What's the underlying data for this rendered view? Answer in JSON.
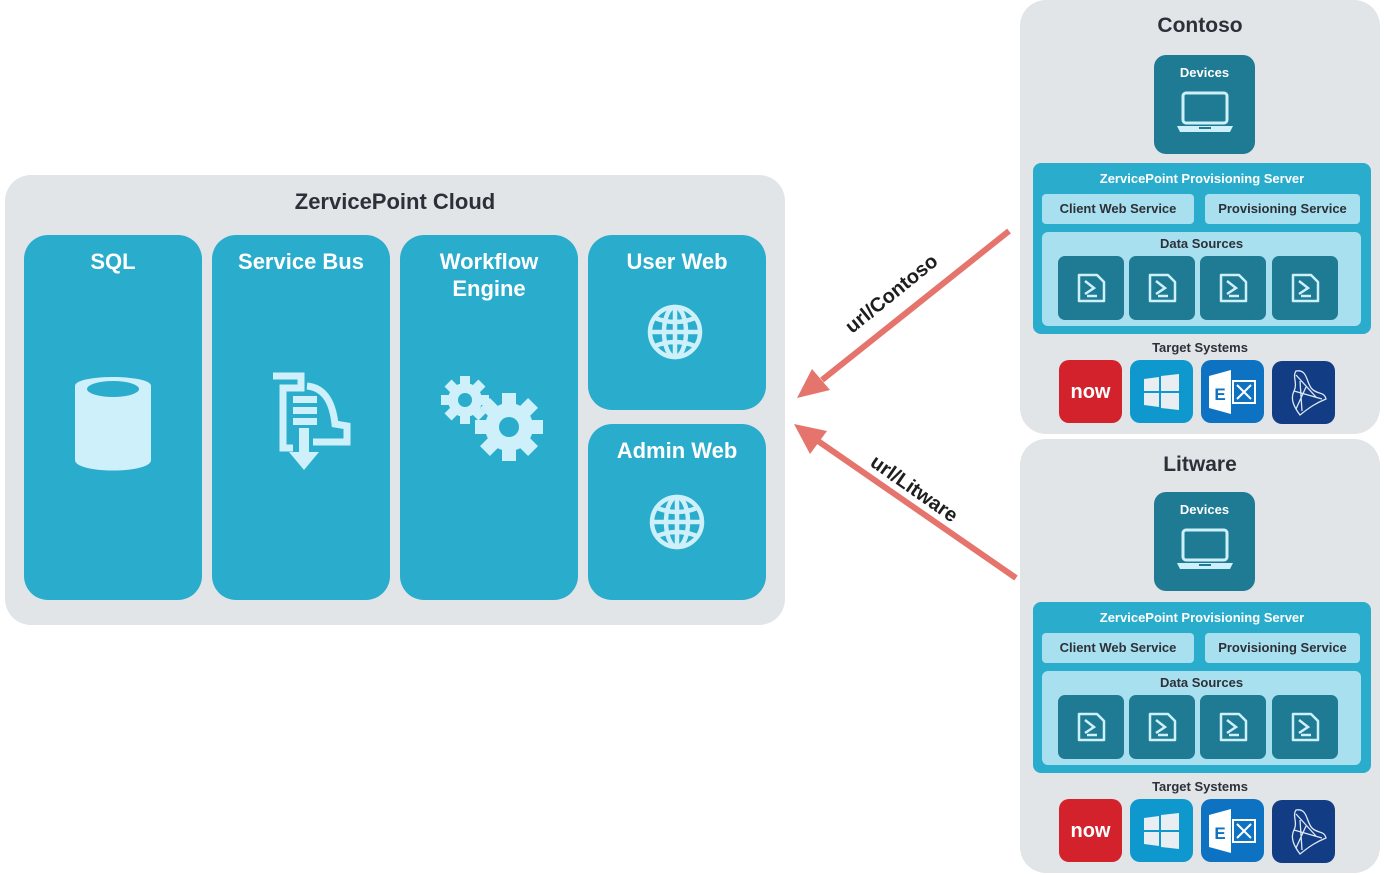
{
  "cloud": {
    "title": "ZervicePoint Cloud",
    "tiles": [
      {
        "label": "SQL",
        "icon": "database-icon"
      },
      {
        "label": "Service Bus",
        "icon": "service-bus-icon"
      },
      {
        "label": "Workflow Engine",
        "icon": "gears-icon"
      },
      {
        "label": "User Web",
        "icon": "globe-icon"
      },
      {
        "label": "Admin Web",
        "icon": "globe-icon"
      }
    ]
  },
  "connections": [
    {
      "label": "url/Contoso",
      "from": "Contoso",
      "to": "ZervicePoint Cloud"
    },
    {
      "label": "url/Litware",
      "from": "Litware",
      "to": "ZervicePoint Cloud"
    }
  ],
  "orgs": [
    {
      "name": "Contoso",
      "devices_label": "Devices",
      "server_title": "ZervicePoint Provisioning Server",
      "services": [
        "Client Web Service",
        "Provisioning Service"
      ],
      "data_sources_label": "Data Sources",
      "data_source_count": 4,
      "target_systems_label": "Target Systems",
      "target_systems": [
        "ServiceNow",
        "Windows",
        "Exchange",
        "SQL Server"
      ]
    },
    {
      "name": "Litware",
      "devices_label": "Devices",
      "server_title": "ZervicePoint Provisioning Server",
      "services": [
        "Client Web Service",
        "Provisioning Service"
      ],
      "data_sources_label": "Data Sources",
      "data_source_count": 4,
      "target_systems_label": "Target Systems",
      "target_systems": [
        "ServiceNow",
        "Windows",
        "Exchange",
        "SQL Server"
      ]
    }
  ],
  "target_icon_text": {
    "servicenow": "now",
    "exchange": "E"
  },
  "colors": {
    "panel": "#e1e5e8",
    "tile": "#2aaccd",
    "dark_tile": "#1e7b93",
    "light": "#a8e0ef",
    "arrow": "#e5746c",
    "icon": "#cdf0fa"
  }
}
